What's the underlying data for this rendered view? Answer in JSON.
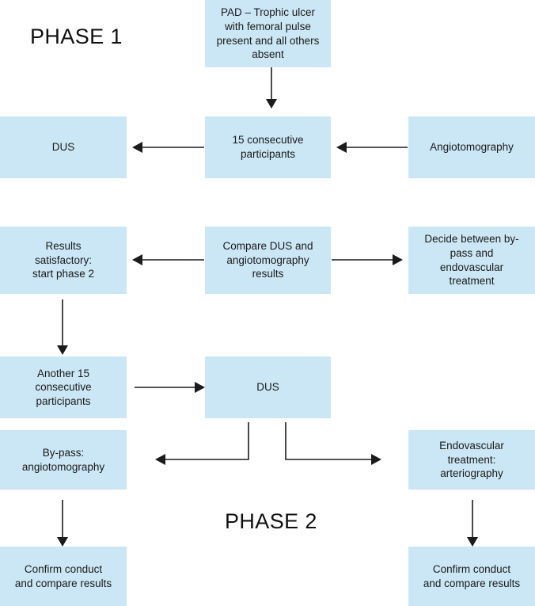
{
  "diagram": {
    "title": "PAD study two-phase flowchart",
    "box_fill": "#cbe7f5",
    "edge_color": "#1b1b1b",
    "background": "#ffffff",
    "phase_labels": [
      {
        "id": "phase-1",
        "text": "PHASE 1"
      },
      {
        "id": "phase-2",
        "text": "PHASE 2"
      }
    ],
    "nodes": [
      {
        "id": "pad-trophic-ulcer",
        "text": "PAD – Trophic ulcer\nwith femoral pulse\npresent and all others\nabsent"
      },
      {
        "id": "dus-phase1",
        "text": "DUS"
      },
      {
        "id": "participants-15",
        "text": "15 consecutive\nparticipants"
      },
      {
        "id": "angiotomography",
        "text": "Angiotomography"
      },
      {
        "id": "results-satisfactory",
        "text": "Results\nsatisfactory:\nstart phase 2"
      },
      {
        "id": "compare-dus-angio",
        "text": "Compare DUS and\nangiotomography\nresults"
      },
      {
        "id": "decide-bypass-endovascular",
        "text": "Decide between by-\npass and\nendovascular\ntreatment"
      },
      {
        "id": "another-15-participants",
        "text": "Another 15\nconsecutive\nparticipants"
      },
      {
        "id": "dus-phase2",
        "text": "DUS"
      },
      {
        "id": "bypass-angiotomography",
        "text": "By-pass:\nangiotomography"
      },
      {
        "id": "endovascular-arteriography",
        "text": "Endovascular\ntreatment:\narteriography"
      },
      {
        "id": "confirm-left",
        "text": "Confirm conduct\nand compare results"
      },
      {
        "id": "confirm-right",
        "text": "Confirm conduct\nand compare results"
      }
    ],
    "edges": [
      {
        "id": "edge-pad-to-participants",
        "from": "pad-trophic-ulcer",
        "to": "participants-15",
        "direction": "down"
      },
      {
        "id": "edge-participants-to-dus",
        "from": "participants-15",
        "to": "dus-phase1",
        "direction": "left"
      },
      {
        "id": "edge-angio-to-participants",
        "from": "angiotomography",
        "to": "participants-15",
        "direction": "left"
      },
      {
        "id": "edge-compare-to-results",
        "from": "compare-dus-angio",
        "to": "results-satisfactory",
        "direction": "left"
      },
      {
        "id": "edge-compare-to-decide",
        "from": "compare-dus-angio",
        "to": "decide-bypass-endovascular",
        "direction": "right"
      },
      {
        "id": "edge-results-to-another15",
        "from": "results-satisfactory",
        "to": "another-15-participants",
        "direction": "down"
      },
      {
        "id": "edge-another15-to-dus2",
        "from": "another-15-participants",
        "to": "dus-phase2",
        "direction": "right"
      },
      {
        "id": "edge-dus2-to-bypass",
        "from": "dus-phase2",
        "to": "bypass-angiotomography",
        "direction": "elbow-left"
      },
      {
        "id": "edge-dus2-to-endovascular",
        "from": "dus-phase2",
        "to": "endovascular-arteriography",
        "direction": "elbow-right"
      },
      {
        "id": "edge-bypass-to-confirm-left",
        "from": "bypass-angiotomography",
        "to": "confirm-left",
        "direction": "down"
      },
      {
        "id": "edge-endovascular-to-confirm-right",
        "from": "endovascular-arteriography",
        "to": "confirm-right",
        "direction": "down"
      }
    ]
  }
}
